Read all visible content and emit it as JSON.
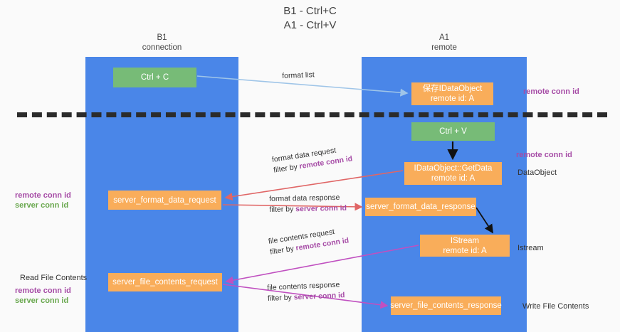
{
  "title": {
    "line1": "B1 - Ctrl+C",
    "line2": "A1 - Ctrl+V"
  },
  "lanes": [
    {
      "id": "b1",
      "name": "B1",
      "role": "connection"
    },
    {
      "id": "a1",
      "name": "A1",
      "role": "remote"
    }
  ],
  "nodes": {
    "ctrl_c": {
      "line1": "Ctrl + C",
      "line2": "",
      "color": "#77bb77"
    },
    "dataobject": {
      "line1": "保存IDataObject",
      "line2": "remote id: A",
      "color": "#f9ad5a"
    },
    "ctrl_v": {
      "line1": "Ctrl + V",
      "line2": "",
      "color": "#77bb77"
    },
    "getdata": {
      "line1": "IDataObject::GetData",
      "line2": "remote id: A",
      "color": "#f9ad5a"
    },
    "fmt_request": {
      "line1": "server_format_data_request",
      "line2": "",
      "color": "#f9ad5a"
    },
    "fmt_response": {
      "line1": "server_format_data_response",
      "line2": "",
      "color": "#f9ad5a"
    },
    "istream": {
      "line1": "IStream",
      "line2": "remote id: A",
      "color": "#f9ad5a"
    },
    "file_request": {
      "line1": "server_file_contents_request",
      "line2": "",
      "color": "#f9ad5a"
    },
    "file_response": {
      "line1": "server_file_contents_response",
      "line2": "",
      "color": "#f9ad5a"
    }
  },
  "edge_labels": {
    "format_list": {
      "line1": "format list",
      "line2_prefix": "",
      "line2_key": ""
    },
    "format_data_req": {
      "line1": "format data request",
      "line2_prefix": "filter by ",
      "line2_key": "remote conn id"
    },
    "format_data_resp": {
      "line1": "format data response",
      "line2_prefix": "filter by ",
      "line2_key": "server conn id"
    },
    "file_contents_req": {
      "line1": "file contents request",
      "line2_prefix": "filter by ",
      "line2_key": "remote conn id"
    },
    "file_contents_resp": {
      "line1": "file contents response",
      "line2_prefix": "filter by ",
      "line2_key": "server conn id"
    }
  },
  "side_labels": {
    "right_remote_conn_1": "remote conn id",
    "right_remote_conn_2": "remote conn id",
    "dataobject": "DataObject",
    "istream": "Istream",
    "write_file_contents": "Write File Contents",
    "left_remote_conn_1": "remote conn id",
    "left_server_conn_1": "server conn id",
    "read_file_contents": "Read File Contents",
    "left_remote_conn_2": "remote conn id",
    "left_server_conn_2": "server conn id"
  },
  "colors": {
    "lane": "#4a86e8",
    "green_node": "#77bb77",
    "orange_node": "#f9ad5a",
    "purple_text": "#a64ca6",
    "green_text": "#6aa84f",
    "divider": "#2b2b2b",
    "arrow_blue": "#9fc5e8",
    "arrow_red": "#e06666",
    "arrow_magenta": "#c050c0",
    "arrow_black": "#111111",
    "background": "#fafafa"
  }
}
